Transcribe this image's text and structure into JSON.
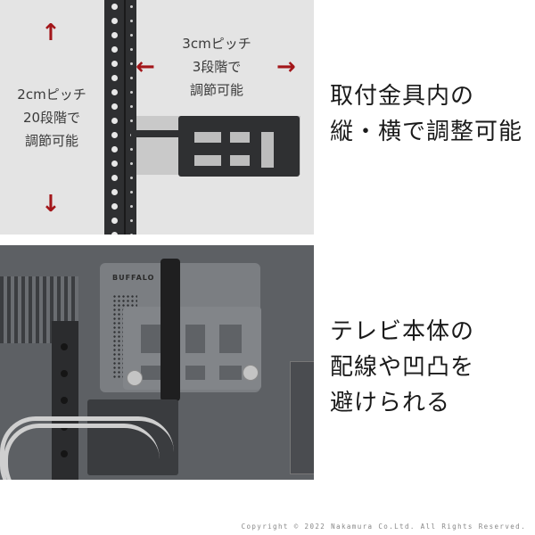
{
  "top_section": {
    "photo": {
      "description": "Black perforated mounting rail with a sliding bracket holder",
      "vertical_label": [
        "2cmピッチ",
        "20段階で",
        "調節可能"
      ],
      "horizontal_label": [
        "3cmピッチ",
        "3段階で",
        "調節可能"
      ],
      "arrows": {
        "up": "↑",
        "down": "↓",
        "left": "←",
        "right": "→",
        "color": "#a3161a"
      }
    },
    "caption": [
      "取付金具内の",
      "縦・横で調整可能"
    ]
  },
  "bottom_section": {
    "photo": {
      "description": "Device held by bracket and velcro strap on back of TV, with cables connected",
      "device_logo": "BUFFALO"
    },
    "caption": [
      "テレビ本体の",
      "配線や凹凸を",
      "避けられる"
    ]
  },
  "footer": {
    "copyright": "Copyright © 2022 Nakamura Co.Ltd. All Rights Reserved."
  }
}
